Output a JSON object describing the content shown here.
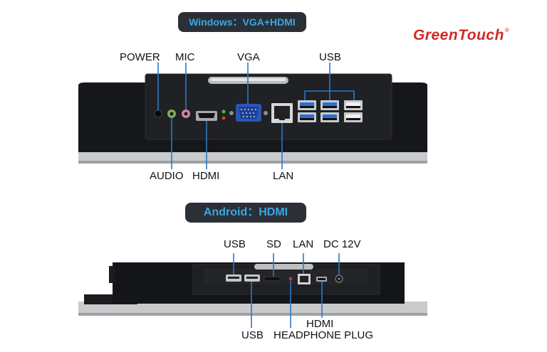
{
  "brand": {
    "name": "GreenTouch",
    "mark": "®"
  },
  "windows": {
    "title": "Windows：VGA+HDMI",
    "labels": {
      "power": "POWER",
      "mic": "MIC",
      "vga": "VGA",
      "usb": "USB",
      "audio": "AUDIO",
      "hdmi": "HDMI",
      "lan": "LAN"
    }
  },
  "android": {
    "title": "Android：HDMI",
    "labels": {
      "usb_top": "USB",
      "sd": "SD",
      "lan": "LAN",
      "dc": "DC 12V",
      "usb_bottom": "USB",
      "hdmi": "HDMI",
      "headphone": "HEADPHONE PLUG"
    }
  },
  "colors": {
    "accent_blue": "#2a78c8",
    "brand_red": "#d22a25",
    "pill_bg": "#2b2f36",
    "pill_text": "#3aa7e6"
  }
}
